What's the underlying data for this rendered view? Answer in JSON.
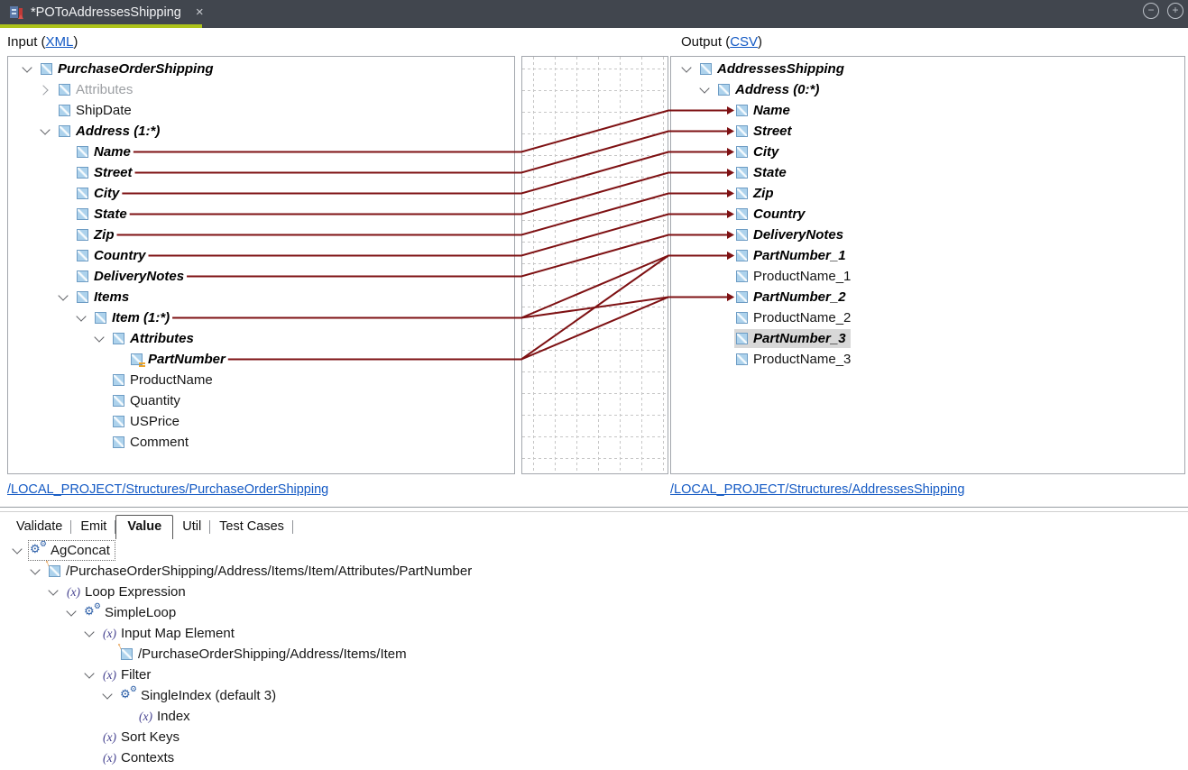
{
  "window": {
    "tab_title": "*POToAddressesShipping",
    "close_glyph": "×",
    "collapse_glyph": "−",
    "expand_glyph": "+"
  },
  "input_panel": {
    "header_prefix": "Input (",
    "header_link": "XML",
    "header_suffix": ")",
    "footer_link": "/LOCAL_PROJECT/Structures/PurchaseOrderShipping",
    "tree": [
      {
        "label": "PurchaseOrderShipping",
        "level": 0,
        "chevron": "expanded",
        "icon": "element",
        "emph": true
      },
      {
        "label": "Attributes",
        "level": 1,
        "chevron": "collapsed",
        "icon": "element",
        "gray": true
      },
      {
        "label": "ShipDate",
        "level": 1,
        "icon": "element"
      },
      {
        "label": "Address (1:*)",
        "level": 1,
        "chevron": "expanded",
        "icon": "element",
        "emph": true
      },
      {
        "label": "Name",
        "level": 2,
        "icon": "element",
        "emph": true
      },
      {
        "label": "Street",
        "level": 2,
        "icon": "element",
        "emph": true
      },
      {
        "label": "City",
        "level": 2,
        "icon": "element",
        "emph": true
      },
      {
        "label": "State",
        "level": 2,
        "icon": "element",
        "emph": true
      },
      {
        "label": "Zip",
        "level": 2,
        "icon": "element",
        "emph": true
      },
      {
        "label": "Country",
        "level": 2,
        "icon": "element",
        "emph": true
      },
      {
        "label": "DeliveryNotes",
        "level": 2,
        "icon": "element",
        "emph": true
      },
      {
        "label": "Items",
        "level": 2,
        "chevron": "expanded",
        "icon": "element",
        "emph": true
      },
      {
        "label": "Item (1:*)",
        "level": 3,
        "chevron": "expanded",
        "icon": "element",
        "emph": true
      },
      {
        "label": "Attributes",
        "level": 4,
        "chevron": "expanded",
        "icon": "element",
        "emph": true
      },
      {
        "label": "PartNumber",
        "level": 5,
        "icon": "element-attr",
        "emph": true
      },
      {
        "label": "ProductName",
        "level": 4,
        "icon": "element"
      },
      {
        "label": "Quantity",
        "level": 4,
        "icon": "element"
      },
      {
        "label": "USPrice",
        "level": 4,
        "icon": "element"
      },
      {
        "label": "Comment",
        "level": 4,
        "icon": "element"
      }
    ]
  },
  "output_panel": {
    "header_prefix": "Output (",
    "header_link": "CSV",
    "header_suffix": ")",
    "footer_link": "/LOCAL_PROJECT/Structures/AddressesShipping",
    "tree": [
      {
        "label": "AddressesShipping",
        "level": 0,
        "chevron": "expanded",
        "icon": "element",
        "emph": true
      },
      {
        "label": "Address (0:*)",
        "level": 1,
        "chevron": "expanded",
        "icon": "element",
        "emph": true
      },
      {
        "label": "Name",
        "level": 2,
        "icon": "element",
        "emph": true
      },
      {
        "label": "Street",
        "level": 2,
        "icon": "element",
        "emph": true
      },
      {
        "label": "City",
        "level": 2,
        "icon": "element",
        "emph": true
      },
      {
        "label": "State",
        "level": 2,
        "icon": "element",
        "emph": true
      },
      {
        "label": "Zip",
        "level": 2,
        "icon": "element",
        "emph": true
      },
      {
        "label": "Country",
        "level": 2,
        "icon": "element",
        "emph": true
      },
      {
        "label": "DeliveryNotes",
        "level": 2,
        "icon": "element",
        "emph": true
      },
      {
        "label": "PartNumber_1",
        "level": 2,
        "icon": "element",
        "emph": true
      },
      {
        "label": "ProductName_1",
        "level": 2,
        "icon": "element"
      },
      {
        "label": "PartNumber_2",
        "level": 2,
        "icon": "element",
        "emph": true
      },
      {
        "label": "ProductName_2",
        "level": 2,
        "icon": "element"
      },
      {
        "label": "PartNumber_3",
        "level": 2,
        "icon": "element",
        "emph": true,
        "selected": true
      },
      {
        "label": "ProductName_3",
        "level": 2,
        "icon": "element"
      }
    ]
  },
  "connections": [
    {
      "from": "Name",
      "to": "Name"
    },
    {
      "from": "Street",
      "to": "Street"
    },
    {
      "from": "City",
      "to": "City"
    },
    {
      "from": "State",
      "to": "State"
    },
    {
      "from": "Zip",
      "to": "Zip"
    },
    {
      "from": "Country",
      "to": "Country"
    },
    {
      "from": "DeliveryNotes",
      "to": "DeliveryNotes"
    },
    {
      "from": "Item (1:*)",
      "to": "PartNumber_1"
    },
    {
      "from": "Item (1:*)",
      "to": "PartNumber_2"
    },
    {
      "from": "PartNumber",
      "to": "PartNumber_1"
    },
    {
      "from": "PartNumber",
      "to": "PartNumber_2"
    }
  ],
  "colors": {
    "mapping_line": "#7e1113",
    "tab_underline": "#adc31a",
    "link_blue": "#1359c4"
  },
  "bottom_panel": {
    "tabs": [
      "Validate",
      "Emit",
      "Value",
      "Util",
      "Test Cases"
    ],
    "active_tab": "Value",
    "tree": [
      {
        "label": "AgConcat",
        "level": 0,
        "chevron": "expanded",
        "icon": "gears",
        "focused": true
      },
      {
        "label": "/PurchaseOrderShipping/Address/Items/Item/Attributes/PartNumber",
        "level": 1,
        "chevron": "expanded",
        "icon": "element-map"
      },
      {
        "label": "Loop Expression",
        "level": 2,
        "chevron": "expanded",
        "icon": "fx"
      },
      {
        "label": "SimpleLoop",
        "level": 3,
        "chevron": "expanded",
        "icon": "gears"
      },
      {
        "label": "Input Map Element",
        "level": 4,
        "chevron": "expanded",
        "icon": "fx"
      },
      {
        "label": "/PurchaseOrderShipping/Address/Items/Item",
        "level": 5,
        "icon": "element-map"
      },
      {
        "label": "Filter",
        "level": 4,
        "chevron": "expanded",
        "icon": "fx"
      },
      {
        "label": "SingleIndex (default 3)",
        "level": 5,
        "chevron": "expanded",
        "icon": "gears"
      },
      {
        "label": "Index",
        "level": 6,
        "icon": "fx"
      },
      {
        "label": "Sort Keys",
        "level": 4,
        "icon": "fx"
      },
      {
        "label": "Contexts",
        "level": 4,
        "icon": "fx"
      }
    ]
  }
}
